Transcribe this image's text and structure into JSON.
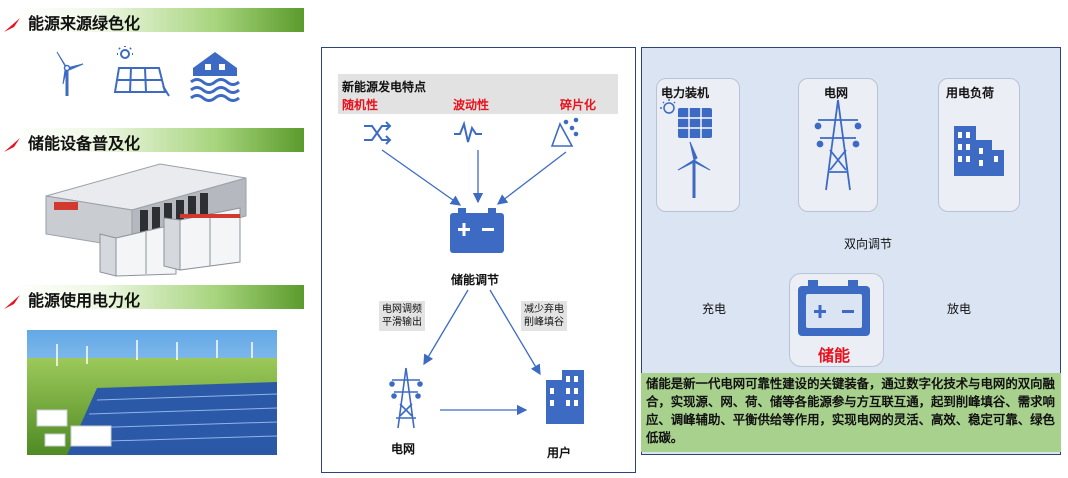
{
  "sections": [
    {
      "title": "能源来源绿色化"
    },
    {
      "title": "储能设备普及化"
    },
    {
      "title": "能源使用电力化"
    }
  ],
  "left_icons": [
    "wind-turbine-icon",
    "solar-panel-icon",
    "hydro-icon"
  ],
  "middle": {
    "heading": "新能源发电特点",
    "features": [
      "随机性",
      "波动性",
      "碎片化"
    ],
    "storage_label": "储能调节",
    "note_left": [
      "电网调频",
      "平滑输出"
    ],
    "note_right": [
      "减少弃电",
      "削峰填谷"
    ],
    "grid_label": "电网",
    "user_label": "用户"
  },
  "right": {
    "generation_label": "电力装机",
    "grid_label": "电网",
    "load_label": "用电负荷",
    "bidirectional_label": "双向调节",
    "charge_label": "充电",
    "discharge_label": "放电",
    "storage_label": "储能",
    "description": "储能是新一代电网可靠性建设的关键装备，通过数字化技术与电网的双向融合，实现源、网、荷、储等各能源参与方互联互通，起到削峰填谷、需求响应、调峰辅助、平衡供给等作用，实现电网的灵活、高效、稳定可靠、绿色低碳。"
  },
  "colors": {
    "accent_blue": "#3d6bc4",
    "highlight_red": "#e8111c",
    "header_green": "#5b9b2c",
    "desc_green": "#a9d18e"
  }
}
